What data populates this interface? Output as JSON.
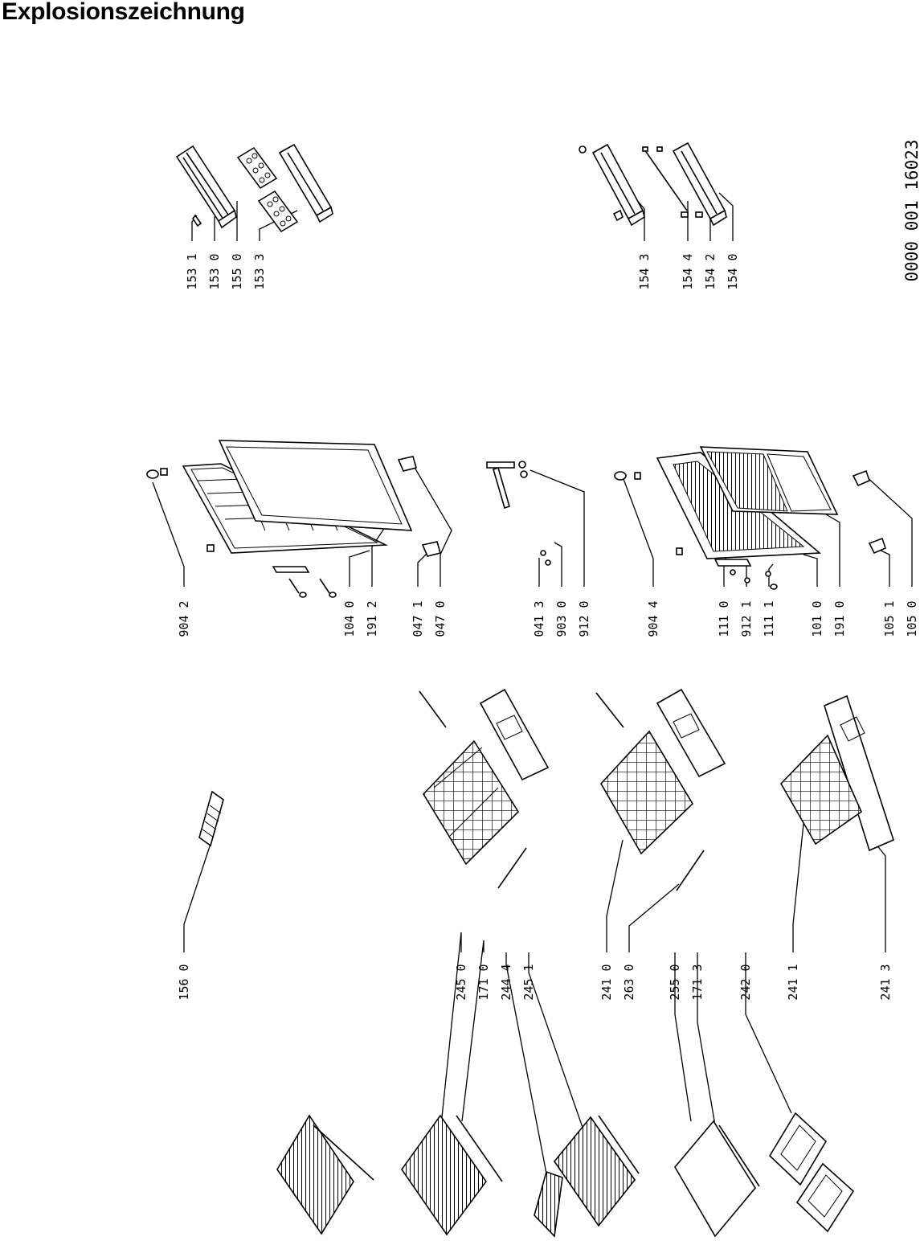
{
  "title": "Explosionszeichnung",
  "document_number": "0000 001 16023",
  "labels": {
    "l1531": "153 1",
    "l1530": "153 0",
    "l1550": "155 0",
    "l1533": "153 3",
    "l1543": "154 3",
    "l1544": "154 4",
    "l1542": "154 2",
    "l1540": "154 0",
    "l9042": "904 2",
    "l1040": "104 0",
    "l1912": "191 2",
    "l0471": "047 1",
    "l0470": "047 0",
    "l0413": "041 3",
    "l9030": "903 0",
    "l9120": "912 0",
    "l9044": "904 4",
    "l1110": "111 0",
    "l9121": "912 1",
    "l1111": "111 1",
    "l1010": "101 0",
    "l1910": "191 0",
    "l1051": "105 1",
    "l1050": "105 0",
    "l1560": "156 0",
    "l2450": "245 0",
    "l1710": "171 0",
    "l2444": "244 4",
    "l2451": "245 1",
    "l2410": "241 0",
    "l2630": "263 0",
    "l2550": "255 0",
    "l1713": "171 3",
    "l2420": "242 0",
    "l2411": "241 1",
    "l2413": "241 3"
  }
}
